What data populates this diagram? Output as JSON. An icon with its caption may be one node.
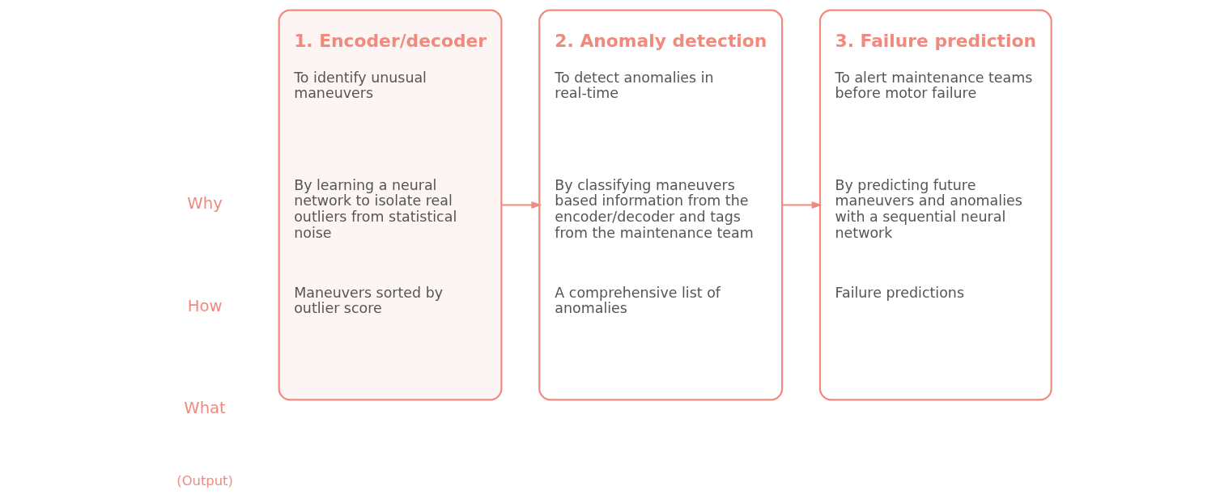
{
  "diagram": {
    "nodes": [
      {
        "text": [
          "1. Encoder/decoder",
          "To identify unusual maneuvers",
          "By learning a neural network to isolate real outliers from statistical noise",
          "Maneuvers sorted by outlier score"
        ]
      },
      {
        "text": [
          "2. Anomaly detection",
          "To detect anomalies in real-time",
          "By classifying maneuvers based information from the encoder/decoder and tags from the maintenance team",
          "A comprehensive list of anomalies"
        ]
      },
      {
        "text": [
          "3. Failure prediction",
          "To alert maintenance teams before motor failure",
          "By predicting future maneuvers and anomalies with a sequential neural network",
          "Failure predictions"
        ]
      }
    ],
    "edges": [
      {
        "from": 0,
        "to": 1,
        "arrow": "to"
      },
      {
        "from": 1,
        "to": 2,
        "arrow": "to"
      }
    ],
    "labels": [
      "Why",
      "How",
      "What",
      "(Output)"
    ]
  }
}
